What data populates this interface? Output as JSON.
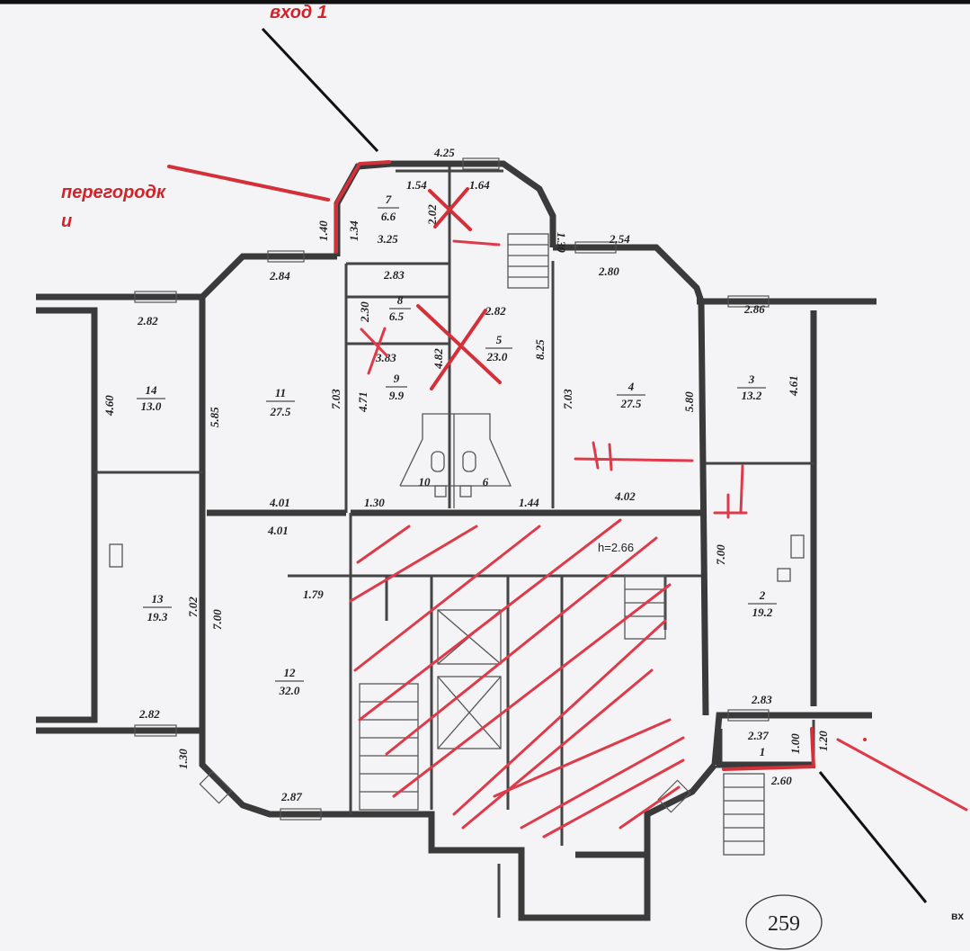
{
  "page_number": "259",
  "annotations": {
    "entrance_1": "вход 1",
    "entrance_2": "вх",
    "partitions_line1": "перегородк",
    "partitions_line2": "и",
    "ceiling_height": "h=2.66"
  },
  "rooms": [
    {
      "num": "1",
      "area": ""
    },
    {
      "num": "2",
      "area": "19.2"
    },
    {
      "num": "3",
      "area": "13.2"
    },
    {
      "num": "4",
      "area": "27.5"
    },
    {
      "num": "5",
      "area": "23.0"
    },
    {
      "num": "6",
      "area": ""
    },
    {
      "num": "7",
      "area": "6.6"
    },
    {
      "num": "8",
      "area": "6.5"
    },
    {
      "num": "9",
      "area": "9.9"
    },
    {
      "num": "10",
      "area": ""
    },
    {
      "num": "11",
      "area": "27.5"
    },
    {
      "num": "12",
      "area": "32.0"
    },
    {
      "num": "13",
      "area": "19.3"
    },
    {
      "num": "14",
      "area": "13.0"
    }
  ],
  "dimensions": [
    "4.25",
    "1.54",
    "1.64",
    "2.02",
    "1.30",
    "1.40",
    "1.34",
    "3.25",
    "2.54",
    "2.80",
    "2.84",
    "2.83",
    "2.30",
    "2.82",
    "8.25",
    "2.86",
    "4.61",
    "3.83",
    "4.82",
    "4.71",
    "7.03",
    "7.03",
    "5.80",
    "2.82",
    "4.60",
    "5.85",
    "4.01",
    "4.01",
    "1.30",
    "1.44",
    "4.02",
    "7.00",
    "1.79",
    "7.02",
    "7.00",
    "2.83",
    "2.37",
    "1.00",
    "1.20",
    "2.60",
    "2.82",
    "1.30",
    "2.87"
  ],
  "colors": {
    "markup_red": "#d4303a",
    "wall": "#3a3a3a",
    "paper": "#f4f4f6"
  }
}
